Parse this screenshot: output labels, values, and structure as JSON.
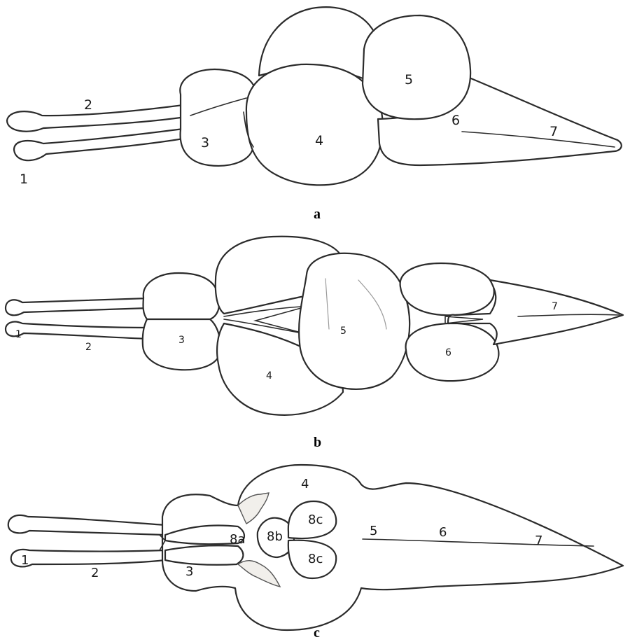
{
  "panels": {
    "a": {
      "letter": "a",
      "labels": [
        "1",
        "2",
        "3",
        "4",
        "5",
        "6",
        "7"
      ]
    },
    "b": {
      "letter": "b",
      "labels": [
        "1",
        "2",
        "3",
        "4",
        "5",
        "6",
        "7"
      ]
    },
    "c": {
      "letter": "c",
      "labels": [
        "1",
        "2",
        "3",
        "4",
        "5",
        "6",
        "7",
        "8a",
        "8b",
        "8c",
        "8c"
      ]
    }
  }
}
